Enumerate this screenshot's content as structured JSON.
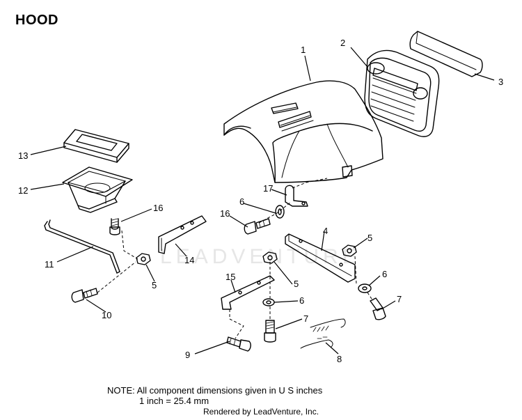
{
  "title": "HOOD",
  "watermark": "LEADVENTURE",
  "callouts": [
    "1",
    "2",
    "3",
    "4",
    "5",
    "5",
    "5",
    "6",
    "6",
    "6",
    "7",
    "7",
    "8",
    "9",
    "10",
    "11",
    "12",
    "13",
    "14",
    "15",
    "16",
    "16",
    "17"
  ],
  "note": {
    "line1": "NOTE: All component dimensions given in U S inches",
    "line2": "1 inch = 25.4 mm"
  },
  "credit": "Rendered by LeadVenture, Inc."
}
